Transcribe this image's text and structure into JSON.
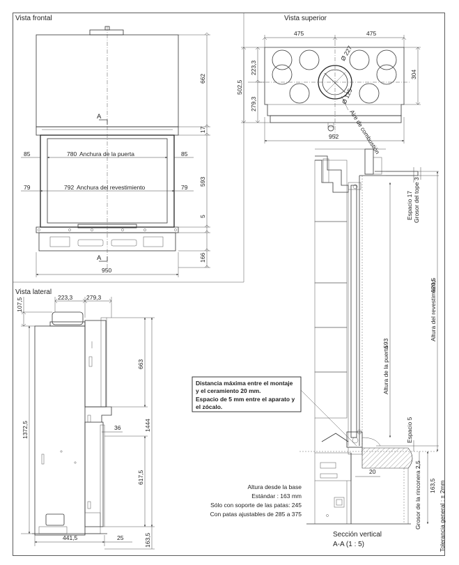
{
  "views": {
    "front_title": "Vista  frontal",
    "top_title": "Vista superior",
    "side_title": "Vista lateral",
    "section_title": "Sección vertical",
    "section_ref": "A-A (1 : 5)"
  },
  "front": {
    "section_marker": "A",
    "door_width_value": "780",
    "door_width_label": "Anchura de la puerta",
    "cladding_width_value": "792",
    "cladding_width_label": "Anchura del revestimiento",
    "left_margin_top": "85",
    "right_margin_top": "85",
    "left_margin_bottom": "79",
    "right_margin_bottom": "79",
    "total_width": "950",
    "height_top": "662",
    "height_gap": "17",
    "height_door": "593",
    "height_small": "5",
    "height_base": "166"
  },
  "top": {
    "left_half": "475",
    "right_half": "475",
    "depth_total": "502,5",
    "depth_front": "223,3",
    "depth_rear": "279,3",
    "depth_right": "304",
    "diam_large": "Ø 227",
    "diam_small": "Ø 125",
    "air_label": "Aire de combustión",
    "total_width": "952"
  },
  "side": {
    "top_offset": "107,5",
    "front_depth": "223,3",
    "rear_depth": "279,3",
    "total_height": "1372,5",
    "upper_height": "663",
    "full_height": "1444",
    "small_gap": "36",
    "lower_height": "617,5",
    "bottom_depth": "441,5",
    "bottom_gap": "25",
    "base_height": "163,5"
  },
  "section": {
    "note_line1": "Distancia máxima entre el montaje",
    "note_line2": "y el ceramiento 20 mm.",
    "note_line3": "Espacio de 5 mm entre el aparato y",
    "note_line4": "el zócalo.",
    "space_top_label": "Espacio 17",
    "top_thickness_label": "Grosor del tope 3",
    "cladding_height_label": "Altura del revestimiento",
    "cladding_height_value": "620,5",
    "door_height_label": "Altura de la puerta",
    "door_height_value": "593",
    "space_bottom_label": "Espacio 5",
    "corner_label": "Grosor de la rinconera 2,5",
    "dim_20": "20",
    "dim_163": "163,5",
    "tolerance": "Tolerancia general : ± 2mm"
  },
  "base_height_note": {
    "title": "Altura desde la base",
    "standard": "Estándar : 163 mm",
    "with_support": "Sólo con soporte de las patas: 245",
    "adjustable": "Con patas ajustables de 285 a 375"
  }
}
